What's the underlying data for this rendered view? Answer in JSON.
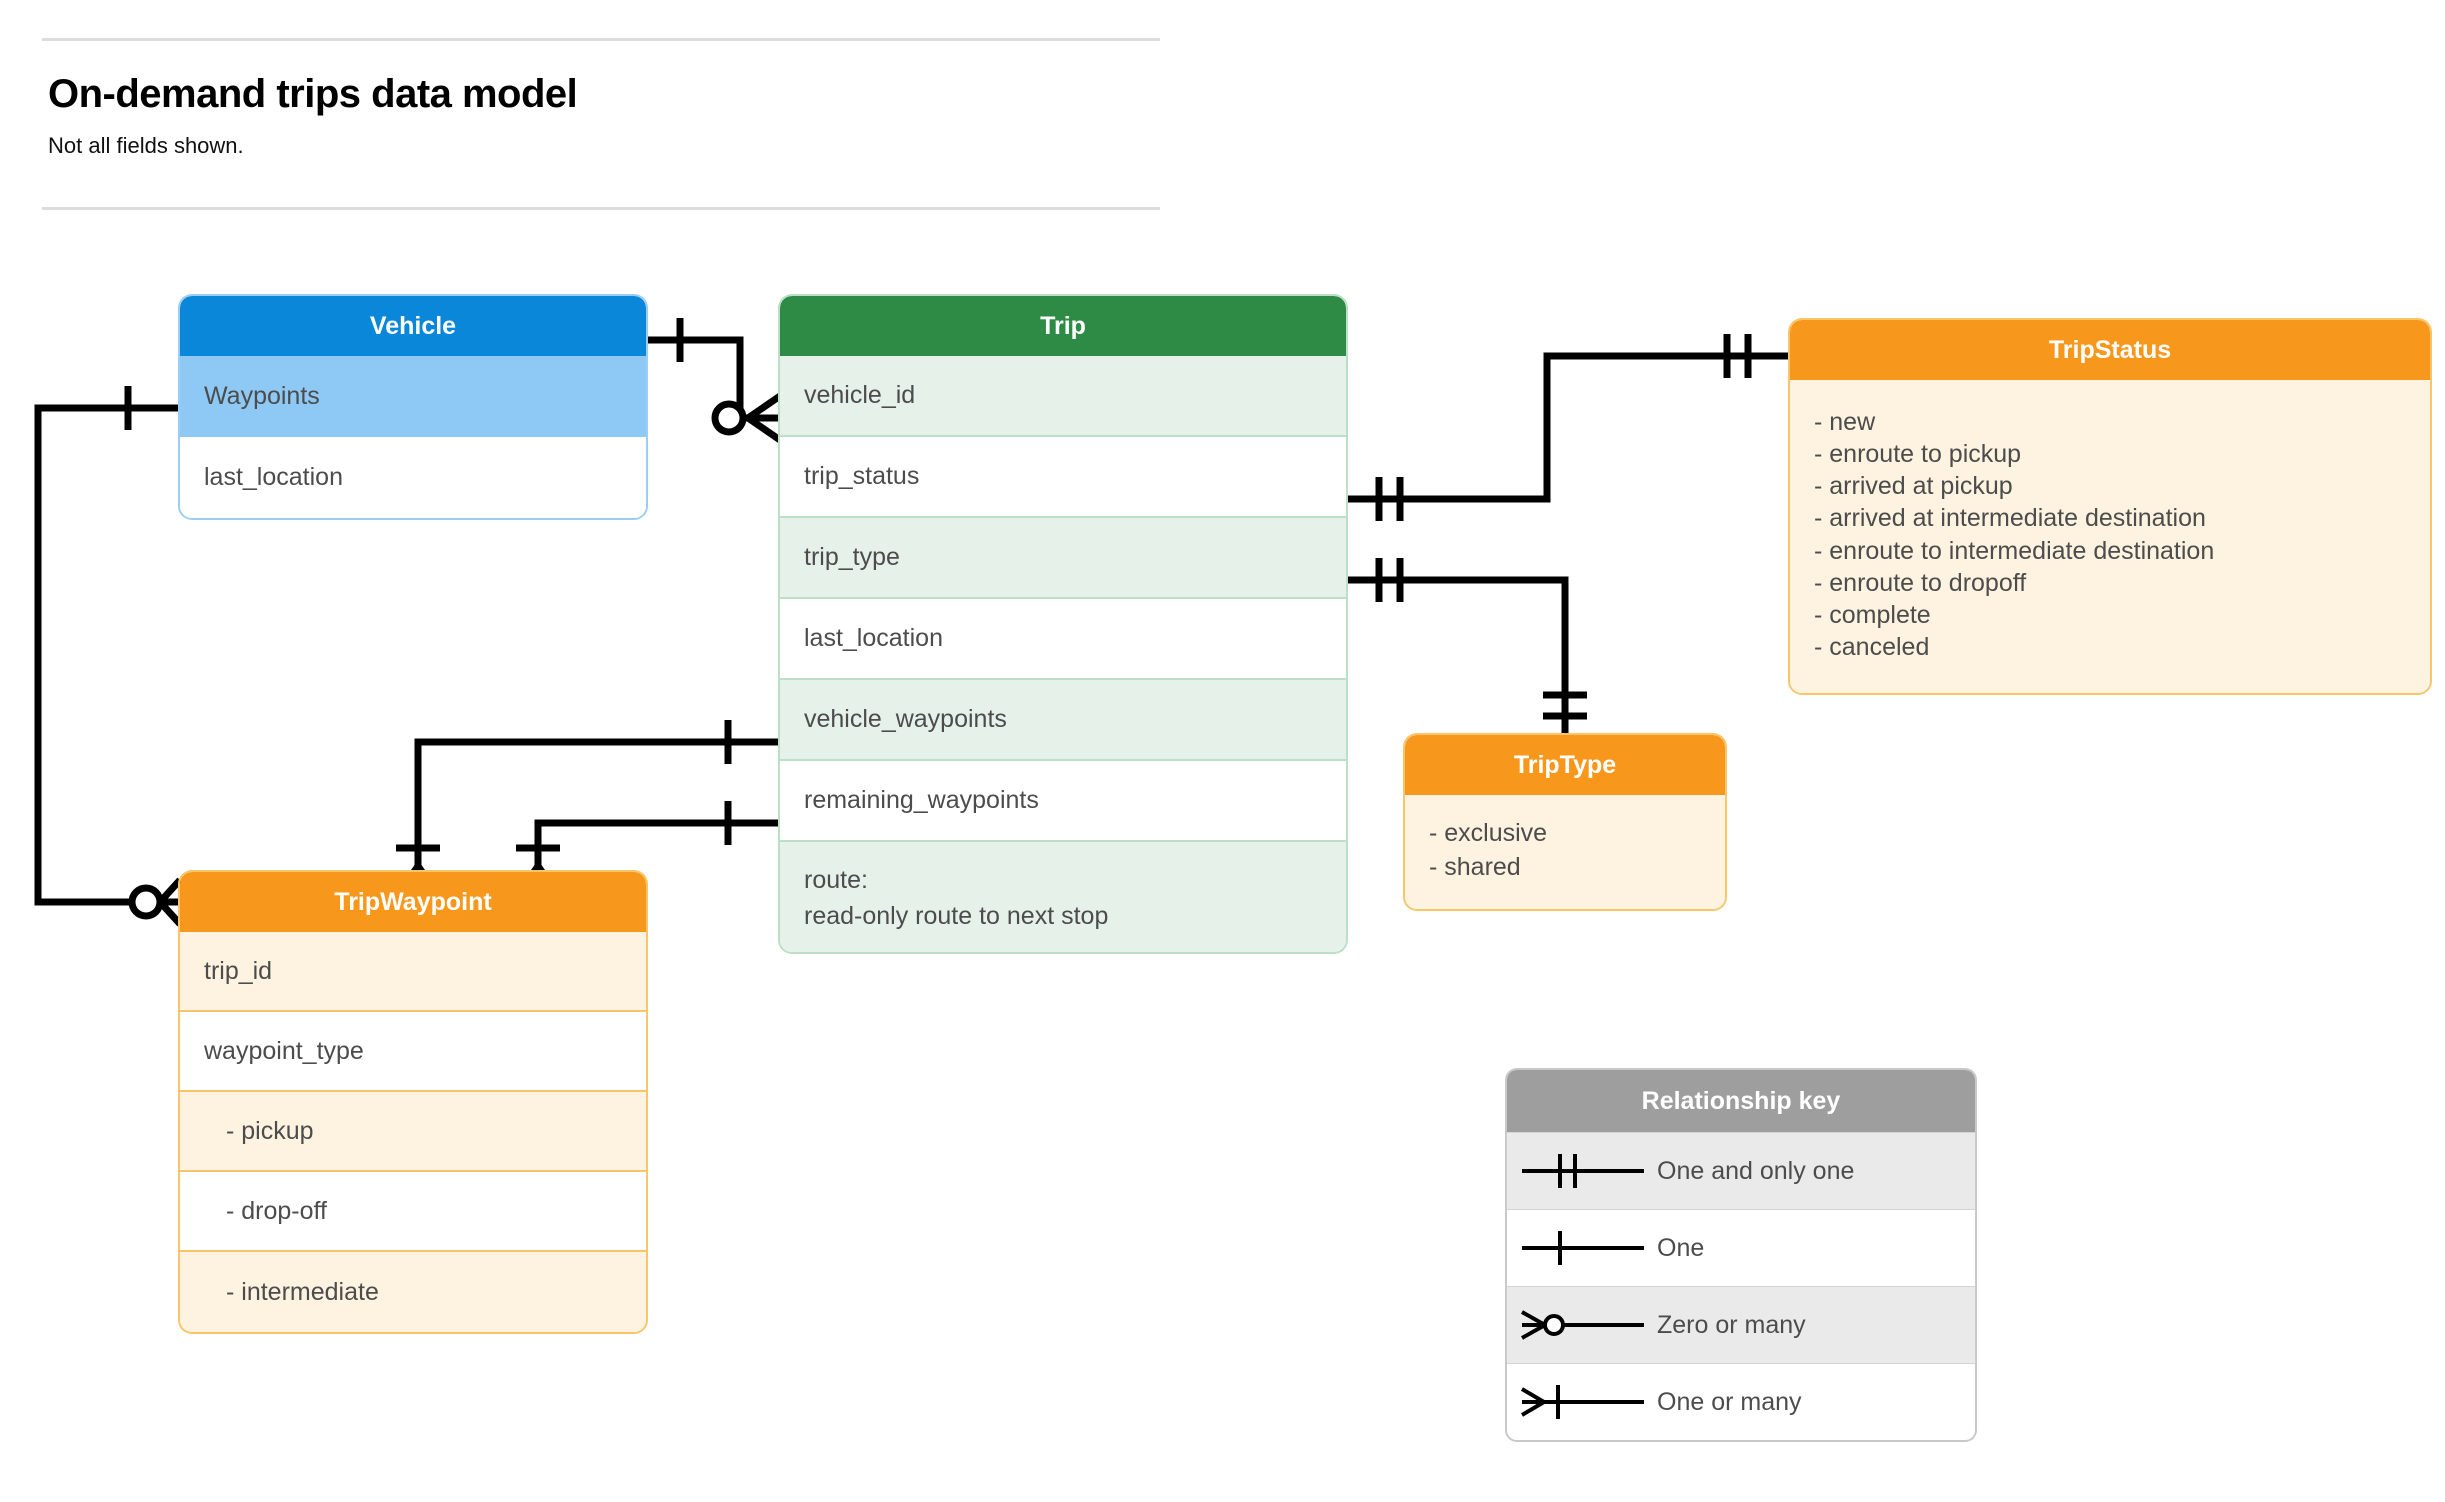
{
  "header": {
    "title": "On-demand trips data model",
    "subtitle": "Not all fields shown."
  },
  "entities": {
    "vehicle": {
      "name": "Vehicle",
      "header_color": "#0b87d9",
      "fields": [
        {
          "label": "Waypoints"
        },
        {
          "label": "last_location"
        }
      ]
    },
    "trip": {
      "name": "Trip",
      "header_color": "#2e8b46",
      "fields": [
        {
          "label": "vehicle_id"
        },
        {
          "label": "trip_status"
        },
        {
          "label": "trip_type"
        },
        {
          "label": "last_location"
        },
        {
          "label": "vehicle_waypoints"
        },
        {
          "label": "remaining_waypoints"
        },
        {
          "label": "route:",
          "label2": "read-only route to next stop"
        }
      ]
    },
    "trip_waypoint": {
      "name": "TripWaypoint",
      "header_color": "#f7981d",
      "fields": [
        {
          "label": "trip_id"
        },
        {
          "label": "waypoint_type"
        },
        {
          "label": "-  pickup"
        },
        {
          "label": "-  drop-off"
        },
        {
          "label": "-  intermediate"
        }
      ]
    },
    "trip_type": {
      "name": "TripType",
      "header_color": "#f7981d",
      "values": [
        "- exclusive",
        "- shared"
      ]
    },
    "trip_status": {
      "name": "TripStatus",
      "header_color": "#f7981d",
      "values": [
        "- new",
        "- enroute to pickup",
        "- arrived at pickup",
        "- arrived at intermediate destination",
        "- enroute to intermediate destination",
        "- enroute to dropoff",
        "- complete",
        "- canceled"
      ]
    }
  },
  "legend": {
    "title": "Relationship key",
    "rows": [
      {
        "symbol": "one-and-only-one-icon",
        "label": "One and only one"
      },
      {
        "symbol": "one-icon",
        "label": "One"
      },
      {
        "symbol": "zero-or-many-icon",
        "label": "Zero or many"
      },
      {
        "symbol": "one-or-many-icon",
        "label": "One or many"
      }
    ]
  },
  "relationships": [
    {
      "from": "Vehicle",
      "to": "Trip.vehicle_id",
      "from_card": "One",
      "to_card": "Zero or many"
    },
    {
      "from": "Vehicle.Waypoints",
      "to": "TripWaypoint",
      "from_card": "One",
      "to_card": "Zero or many"
    },
    {
      "from": "Trip.trip_status",
      "to": "TripStatus",
      "from_card": "One and only one",
      "to_card": "One and only one"
    },
    {
      "from": "Trip.trip_type",
      "to": "TripType",
      "from_card": "One and only one",
      "to_card": "One and only one"
    },
    {
      "from": "Trip.vehicle_waypoints",
      "to": "TripWaypoint",
      "from_card": "One",
      "to_card": "One or many"
    },
    {
      "from": "Trip.remaining_waypoints",
      "to": "TripWaypoint",
      "from_card": "One",
      "to_card": "One or many"
    }
  ]
}
